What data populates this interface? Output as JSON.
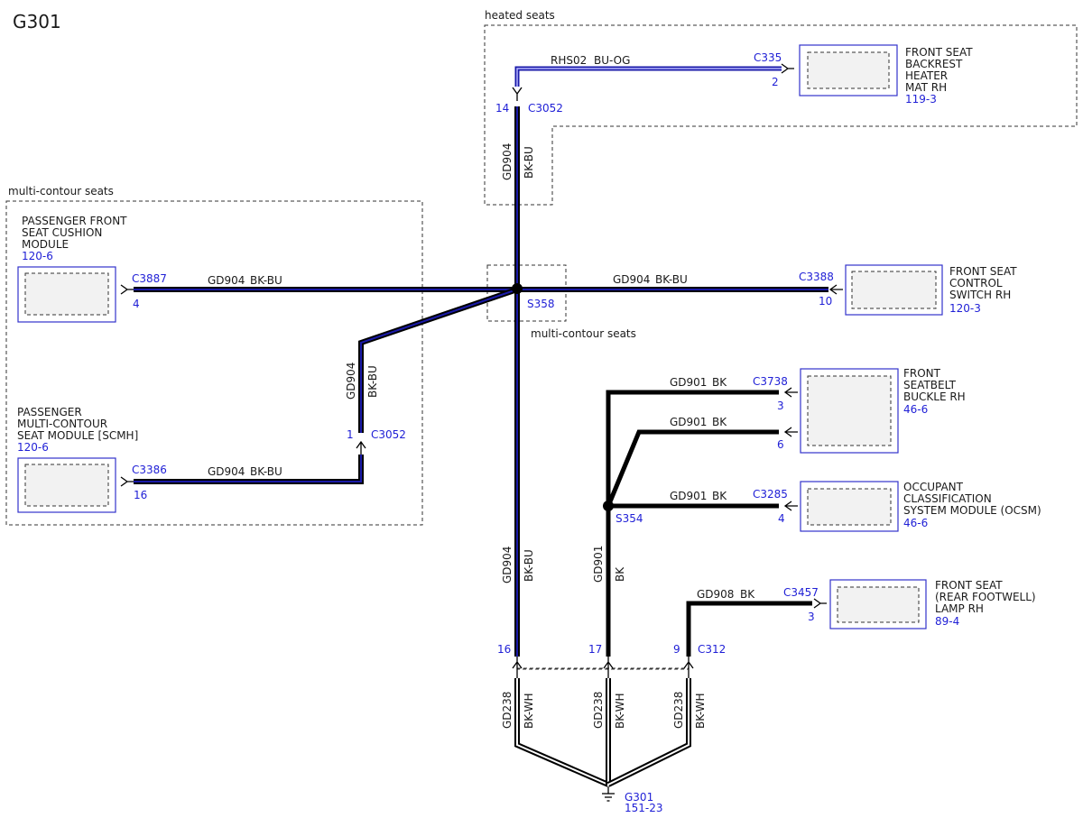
{
  "title": "G301",
  "frames": {
    "heated_seats": "heated seats",
    "multi_contour_left": "multi-contour seats",
    "multi_contour_splice": "multi-contour seats"
  },
  "components": {
    "backrest_heater": {
      "line1": "FRONT SEAT",
      "line2": "BACKREST",
      "line3": "HEATER",
      "line4": "MAT RH",
      "ref": "119-3",
      "connector": "C335",
      "pin": "2"
    },
    "cushion_module": {
      "line1": "PASSENGER FRONT",
      "line2": "SEAT CUSHION",
      "line3": "MODULE",
      "ref": "120-6",
      "connector": "C3887",
      "pin": "4"
    },
    "scmh": {
      "line1": "PASSENGER",
      "line2": "MULTI-CONTOUR",
      "line3": "SEAT MODULE [SCMH]",
      "ref": "120-6",
      "connector": "C3386",
      "pin": "16"
    },
    "control_switch": {
      "line1": "FRONT SEAT",
      "line2": "CONTROL",
      "line3": "SWITCH RH",
      "ref": "120-3",
      "connector": "C3388",
      "pin": "10"
    },
    "seatbelt_buckle": {
      "line1": "FRONT",
      "line2": "SEATBELT",
      "line3": "BUCKLE RH",
      "ref": "46-6",
      "connector": "C3738",
      "pin_a": "3",
      "pin_b": "6"
    },
    "ocsm": {
      "line1": "OCCUPANT",
      "line2": "CLASSIFICATION",
      "line3": "SYSTEM MODULE (OCSM)",
      "ref": "46-6",
      "connector": "C3285",
      "pin": "4"
    },
    "footwell_lamp": {
      "line1": "FRONT SEAT",
      "line2": "(REAR FOOTWELL)",
      "line3": "LAMP RH",
      "ref": "89-4",
      "connector": "C3457",
      "pin": "3"
    }
  },
  "inline_connectors": {
    "c3052_top": {
      "pin": "14",
      "name": "C3052"
    },
    "c3052_left": {
      "pin": "1",
      "name": "C3052"
    },
    "c312": {
      "pin_a": "16",
      "pin_b": "17",
      "pin_c": "9",
      "name": "C312"
    }
  },
  "splices": {
    "s358": "S358",
    "s354": "S354"
  },
  "ground": {
    "name": "G301",
    "ref": "151-23"
  },
  "wires": {
    "rhs02": {
      "circuit": "RHS02",
      "color": "BU-OG"
    },
    "gd904": {
      "circuit": "GD904",
      "color": "BK-BU"
    },
    "gd901": {
      "circuit": "GD901",
      "color": "BK"
    },
    "gd908": {
      "circuit": "GD908",
      "color": "BK"
    },
    "gd238": {
      "circuit": "GD238",
      "color": "BK-WH"
    }
  },
  "colors": {
    "connector_blue": "#1f1fd6",
    "wire_blue": "#1a1aa8",
    "wire_black": "#000000"
  }
}
